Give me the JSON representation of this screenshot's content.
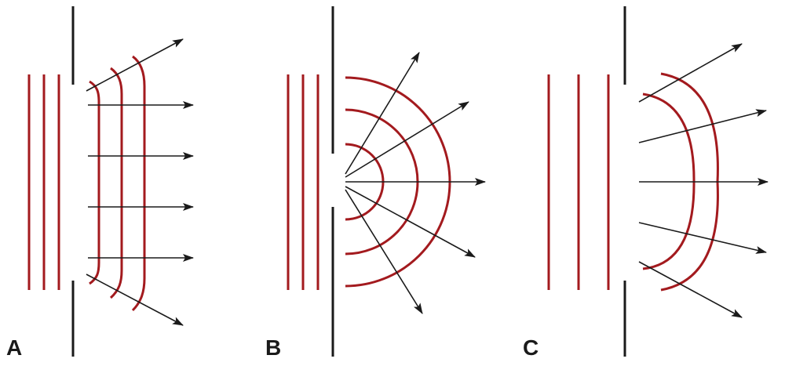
{
  "panels": [
    {
      "label": "A"
    },
    {
      "label": "B"
    },
    {
      "label": "C"
    }
  ],
  "colors": {
    "wavefront": "#a31a1e",
    "barrier": "#1a1a1a",
    "ray": "#1a1a1a",
    "background": "#ffffff"
  }
}
